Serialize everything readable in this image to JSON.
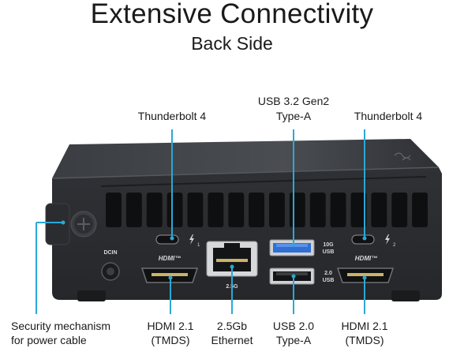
{
  "header": {
    "title": "Extensive Connectivity",
    "subtitle": "Back Side"
  },
  "callouts": {
    "top_left": "Thunderbolt  4",
    "top_center_1": "USB 3.2 Gen2",
    "top_center_2": "Type-A",
    "top_right": "Thunderbolt  4",
    "bottom_security_1": "Security mechanism",
    "bottom_security_2": "for power cable",
    "bottom_hdmi_left_1": "HDMI 2.1",
    "bottom_hdmi_left_2": "(TMDS)",
    "bottom_eth_1": "2.5Gb",
    "bottom_eth_2": "Ethernet",
    "bottom_usb2_1": "USB 2.0",
    "bottom_usb2_2": "Type-A",
    "bottom_hdmi_right_1": "HDMI 2.1",
    "bottom_hdmi_right_2": "(TMDS)"
  },
  "port_labels": {
    "dcin": "DCIN",
    "hdmi": "HDMI™",
    "eth_speed": "2.5G",
    "usb_10g": "10G",
    "usb_10g_sub": "USB",
    "usb_20": "2.0",
    "usb_20_sub": "USB",
    "tb1": "1",
    "tb2": "2"
  },
  "colors": {
    "accent_leader": "#2aa8d8",
    "chassis": "#2b2d30",
    "usb3_blue": "#2f6fd6"
  }
}
